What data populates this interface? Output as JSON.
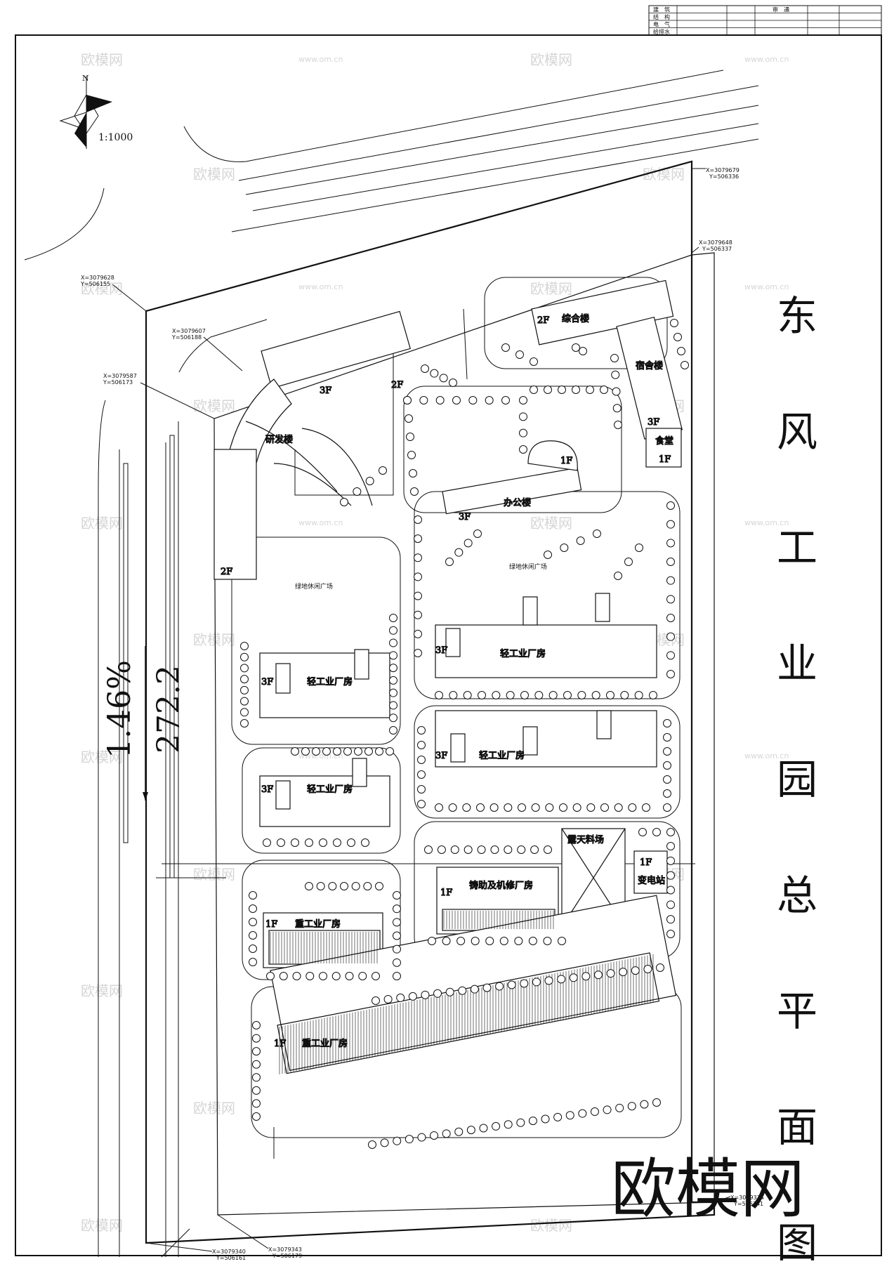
{
  "title_block": {
    "rows": [
      "建　筑",
      "结　构",
      "电　气",
      "给排水"
    ],
    "header_right": "审　通"
  },
  "north_label": "N",
  "scale": "1:1000",
  "vertical_title": [
    "东",
    "风",
    "工",
    "业",
    "园",
    "总",
    "平",
    "面",
    "图"
  ],
  "road_slope": "1.46%",
  "road_length": "272.2",
  "watermark_large": "欧模网",
  "watermark_small": "欧模网",
  "watermark_url": "www.om.cn",
  "coordinates": [
    {
      "x": "X=3079679",
      "y": "Y=506336"
    },
    {
      "x": "X=3079648",
      "y": "Y=506337"
    },
    {
      "x": "X=3079628",
      "y": "Y=506155"
    },
    {
      "x": "X=3079607",
      "y": "Y=506188"
    },
    {
      "x": "X=3079587",
      "y": "Y=506173"
    },
    {
      "x": "X=3079374",
      "y": "Y=506341"
    },
    {
      "x": "X=3079340",
      "y": "Y=506161"
    },
    {
      "x": "X=3079343",
      "y": "Y=506179"
    }
  ],
  "buildings": {
    "rnd": {
      "name": "研发楼",
      "floors_a": "3F",
      "floors_b": "2F",
      "floors_c": "2F"
    },
    "complex": {
      "name": "综合楼",
      "floors": "2F"
    },
    "dorm": {
      "name": "宿舍楼",
      "floors": "3F"
    },
    "canteen": {
      "name": "食堂",
      "floors": "1F"
    },
    "office": {
      "name": "办公楼",
      "floors_a": "3F",
      "floors_b": "1F"
    },
    "light1": {
      "name": "轻工业厂房",
      "floors": "3F"
    },
    "light2": {
      "name": "轻工业厂房",
      "floors": "3F"
    },
    "light3": {
      "name": "轻工业厂房",
      "floors": "3F"
    },
    "light4": {
      "name": "轻工业厂房",
      "floors": "3F"
    },
    "yard": {
      "name": "露天料场"
    },
    "substation": {
      "name": "变电站",
      "floors": "1F"
    },
    "casting": {
      "name": "铸助及机修厂房",
      "floors": "1F"
    },
    "heavy1": {
      "name": "重工业厂房",
      "floors": "1F"
    },
    "heavy2": {
      "name": "重工业厂房",
      "floors": "1F"
    }
  },
  "gardens": [
    "绿地休闲广场",
    "绿地休闲广场"
  ]
}
